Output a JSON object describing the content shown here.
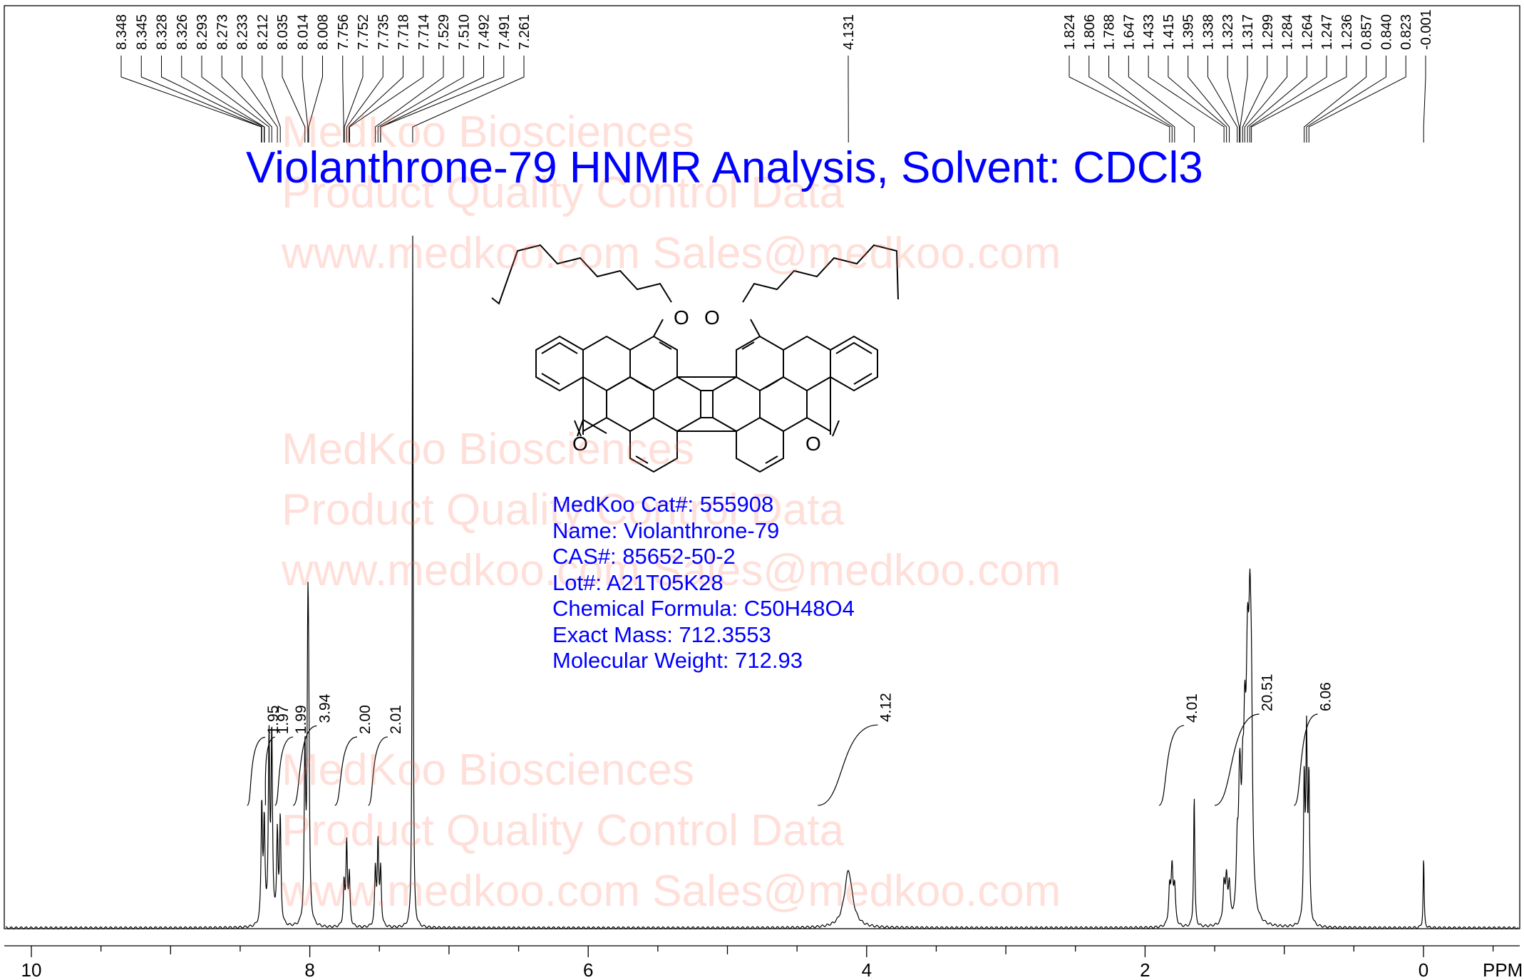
{
  "title": "Violanthrone-79 HNMR Analysis, Solvent: CDCl3",
  "info_lines": [
    "MedKoo Cat#: 555908",
    "Name: Violanthrone-79",
    "CAS#: 85652-50-2",
    "Lot#: A21T05K28",
    "Chemical Formula: C50H48O4",
    "Exact Mass: 712.3553",
    "Molecular Weight: 712.93"
  ],
  "watermark": {
    "line1": "MedKoo Biosciences",
    "line2": "Product Quality Control Data",
    "line3": "www.medkoo.com   Sales@medkoo.com"
  },
  "structure_labels": {
    "oxygen": "O"
  },
  "colors": {
    "title": "#0000ff",
    "info": "#0000ff",
    "watermark": "#ff6e50",
    "spectrum": "#000000"
  },
  "chart_data": {
    "type": "line",
    "title": "Violanthrone-79 HNMR Analysis, Solvent: CDCl3",
    "xlabel": "PPM",
    "xlim": [
      10.4,
      -0.9
    ],
    "x_reversed": true,
    "x_ticks": [
      {
        "value": 10,
        "label": "10"
      },
      {
        "value": 8,
        "label": "8"
      },
      {
        "value": 6,
        "label": "6"
      },
      {
        "value": 4,
        "label": "4"
      },
      {
        "value": 2,
        "label": "2"
      },
      {
        "value": 0,
        "label": "0"
      }
    ],
    "peak_labels": [
      "8.348",
      "8.345",
      "8.328",
      "8.326",
      "8.293",
      "8.273",
      "8.233",
      "8.212",
      "8.035",
      "8.014",
      "8.008",
      "7.756",
      "7.752",
      "7.735",
      "7.718",
      "7.714",
      "7.529",
      "7.510",
      "7.492",
      "7.491",
      "7.261",
      "4.131",
      "1.824",
      "1.806",
      "1.788",
      "1.647",
      "1.433",
      "1.415",
      "1.395",
      "1.338",
      "1.323",
      "1.317",
      "1.299",
      "1.284",
      "1.264",
      "1.247",
      "1.236",
      "0.857",
      "0.840",
      "0.823",
      "-0.001"
    ],
    "peaks": [
      {
        "ppm": 8.345,
        "height": 0.17,
        "width": 0.006
      },
      {
        "ppm": 8.327,
        "height": 0.14,
        "width": 0.006
      },
      {
        "ppm": 8.293,
        "height": 0.26,
        "width": 0.006
      },
      {
        "ppm": 8.273,
        "height": 0.27,
        "width": 0.006
      },
      {
        "ppm": 8.233,
        "height": 0.13,
        "width": 0.006
      },
      {
        "ppm": 8.212,
        "height": 0.15,
        "width": 0.006
      },
      {
        "ppm": 8.035,
        "height": 0.24,
        "width": 0.006
      },
      {
        "ppm": 8.014,
        "height": 0.36,
        "width": 0.006
      },
      {
        "ppm": 8.008,
        "height": 0.22,
        "width": 0.006
      },
      {
        "ppm": 7.754,
        "height": 0.06,
        "width": 0.006
      },
      {
        "ppm": 7.735,
        "height": 0.12,
        "width": 0.006
      },
      {
        "ppm": 7.716,
        "height": 0.07,
        "width": 0.006
      },
      {
        "ppm": 7.529,
        "height": 0.08,
        "width": 0.006
      },
      {
        "ppm": 7.51,
        "height": 0.12,
        "width": 0.006
      },
      {
        "ppm": 7.491,
        "height": 0.08,
        "width": 0.006
      },
      {
        "ppm": 7.261,
        "height": 1.0,
        "width": 0.004
      },
      {
        "ppm": 4.131,
        "height": 0.082,
        "width": 0.035
      },
      {
        "ppm": 1.824,
        "height": 0.052,
        "width": 0.008
      },
      {
        "ppm": 1.806,
        "height": 0.08,
        "width": 0.008
      },
      {
        "ppm": 1.788,
        "height": 0.052,
        "width": 0.008
      },
      {
        "ppm": 1.647,
        "height": 0.188,
        "width": 0.005
      },
      {
        "ppm": 1.433,
        "height": 0.055,
        "width": 0.008
      },
      {
        "ppm": 1.415,
        "height": 0.06,
        "width": 0.008
      },
      {
        "ppm": 1.395,
        "height": 0.05,
        "width": 0.008
      },
      {
        "ppm": 1.338,
        "height": 0.09,
        "width": 0.008
      },
      {
        "ppm": 1.323,
        "height": 0.1,
        "width": 0.008
      },
      {
        "ppm": 1.317,
        "height": 0.11,
        "width": 0.008
      },
      {
        "ppm": 1.299,
        "height": 0.14,
        "width": 0.009
      },
      {
        "ppm": 1.284,
        "height": 0.19,
        "width": 0.009
      },
      {
        "ppm": 1.264,
        "height": 0.32,
        "width": 0.012
      },
      {
        "ppm": 1.247,
        "height": 0.3,
        "width": 0.01
      },
      {
        "ppm": 1.236,
        "height": 0.22,
        "width": 0.009
      },
      {
        "ppm": 0.857,
        "height": 0.2,
        "width": 0.006
      },
      {
        "ppm": 0.84,
        "height": 0.26,
        "width": 0.006
      },
      {
        "ppm": 0.823,
        "height": 0.2,
        "width": 0.006
      },
      {
        "ppm": -0.001,
        "height": 0.102,
        "width": 0.004
      }
    ],
    "integrals": [
      {
        "from": 8.45,
        "to": 8.32,
        "value": "1.95"
      },
      {
        "from": 8.32,
        "to": 8.25,
        "value": "1.97"
      },
      {
        "from": 8.25,
        "to": 8.12,
        "value": "1.99"
      },
      {
        "from": 8.12,
        "to": 7.95,
        "value": "3.94"
      },
      {
        "from": 7.82,
        "to": 7.66,
        "value": "2.00"
      },
      {
        "from": 7.58,
        "to": 7.44,
        "value": "2.01"
      },
      {
        "from": 4.35,
        "to": 3.92,
        "value": "4.12"
      },
      {
        "from": 1.9,
        "to": 1.72,
        "value": "4.01"
      },
      {
        "from": 1.5,
        "to": 1.18,
        "value": "20.51"
      },
      {
        "from": 0.93,
        "to": 0.76,
        "value": "6.06"
      }
    ]
  }
}
